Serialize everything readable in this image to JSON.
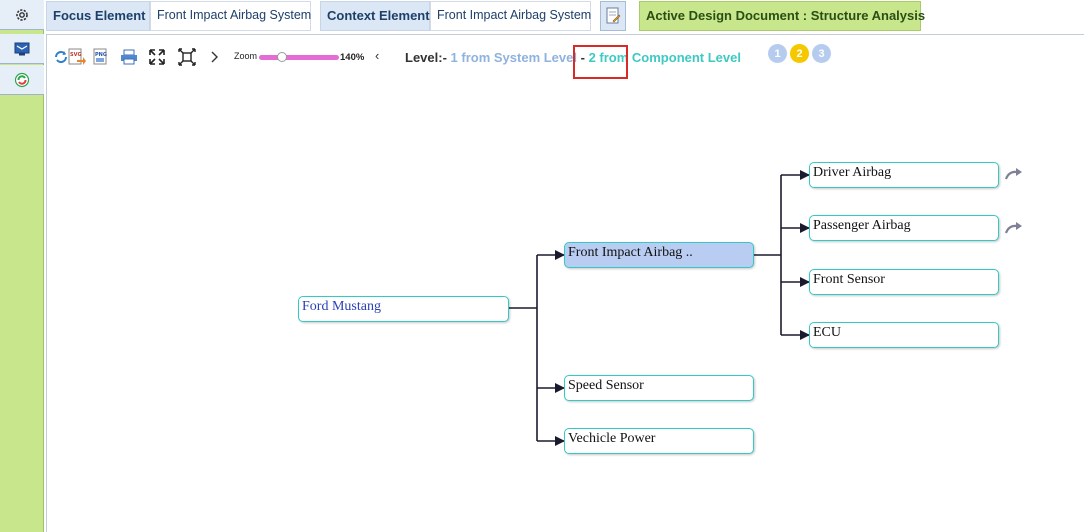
{
  "header": {
    "focus_label": "Focus Element :",
    "focus_value": "Front Impact Airbag System",
    "context_label": "Context Element",
    "context_value": "Front Impact Airbag System",
    "active_doc": "Active Design Document : Structure Analysis"
  },
  "sidebar": {
    "items": [
      {
        "icon": "gear-icon"
      },
      {
        "icon": "monitor-icon"
      },
      {
        "icon": "refresh-circle-icon"
      }
    ]
  },
  "toolbar": {
    "tools": [
      "refresh-icon",
      "export-svg-icon",
      "export-png-icon",
      "print-icon",
      "expand-icon",
      "fit-icon",
      "chevron-right-icon"
    ],
    "zoom_label": "Zoom",
    "zoom_value": "140%",
    "zoom_level": 0.28
  },
  "level": {
    "label": "Level:-",
    "system_text": "1 from System Level",
    "separator": "-",
    "component_text": "2 from Component Level",
    "badges": [
      {
        "text": "1",
        "color": "#b6ccef"
      },
      {
        "text": "2",
        "color": "#f5c800"
      },
      {
        "text": "3",
        "color": "#b6ccef"
      }
    ]
  },
  "diagram": {
    "root": "Ford Mustang",
    "level1": [
      "Front Impact Airbag ..",
      "Speed Sensor",
      "Vechicle Power"
    ],
    "level2": [
      "Driver Airbag",
      "Passenger Airbag",
      "Front Sensor",
      "ECU"
    ]
  },
  "colors": {
    "accent_green": "#c8e68c",
    "node_border": "#35c9c3",
    "selected_node": "#b9cdf2",
    "highlight_red": "#d92a2a"
  }
}
